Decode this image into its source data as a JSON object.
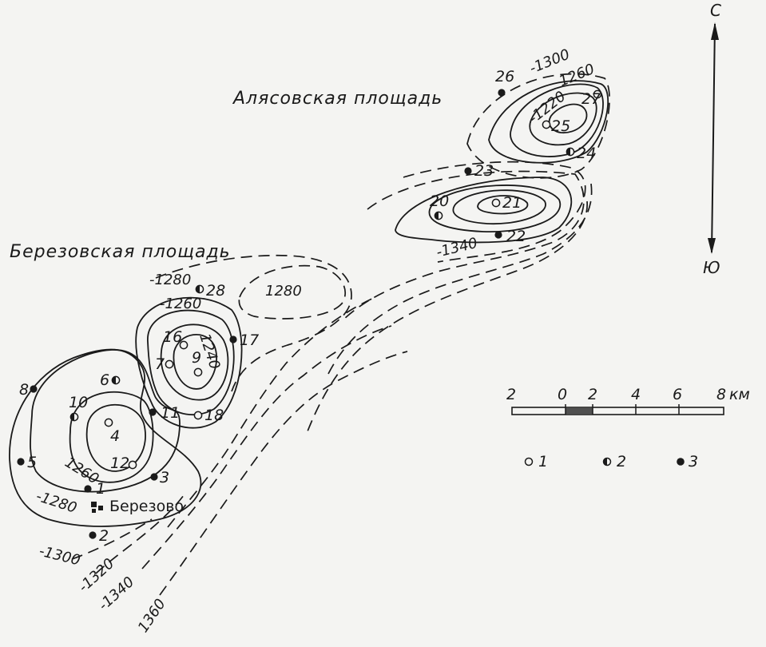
{
  "areas": {
    "alyasov": "Алясовская площадь",
    "berezov": "Березовская площадь"
  },
  "town": "Березово",
  "compass": {
    "north": "С",
    "south": "Ю"
  },
  "scale": {
    "ticks": [
      "2",
      "0",
      "2",
      "4",
      "6",
      "8"
    ],
    "unit": "км"
  },
  "legend": [
    {
      "key": "1",
      "symbol": "hollow"
    },
    {
      "key": "2",
      "symbol": "half"
    },
    {
      "key": "3",
      "symbol": "solid"
    }
  ],
  "wells": [
    {
      "number": "1",
      "type": "solid"
    },
    {
      "number": "2",
      "type": "solid"
    },
    {
      "number": "3",
      "type": "solid"
    },
    {
      "number": "4",
      "type": "hollow"
    },
    {
      "number": "5",
      "type": "solid"
    },
    {
      "number": "6",
      "type": "half"
    },
    {
      "number": "7",
      "type": "hollow"
    },
    {
      "number": "8",
      "type": "solid"
    },
    {
      "number": "9",
      "type": "hollow"
    },
    {
      "number": "10",
      "type": "half"
    },
    {
      "number": "11",
      "type": "solid"
    },
    {
      "number": "12",
      "type": "hollow"
    },
    {
      "number": "16",
      "type": "hollow"
    },
    {
      "number": "17",
      "type": "solid"
    },
    {
      "number": "18",
      "type": "hollow"
    },
    {
      "number": "20",
      "type": "half"
    },
    {
      "number": "21",
      "type": "hollow"
    },
    {
      "number": "22",
      "type": "solid"
    },
    {
      "number": "23",
      "type": "solid"
    },
    {
      "number": "24",
      "type": "half"
    },
    {
      "number": "25",
      "type": "hollow"
    },
    {
      "number": "26",
      "type": "solid"
    },
    {
      "number": "27",
      "type": "hollow"
    },
    {
      "number": "28",
      "type": "half"
    }
  ],
  "contour_labels": [
    "-1300",
    "1260",
    "-1220",
    "1280",
    "-1340",
    "-1280",
    "-1260",
    "1240",
    "1260",
    "-1280",
    "-1300",
    "-1320",
    "-1340",
    "1360"
  ]
}
